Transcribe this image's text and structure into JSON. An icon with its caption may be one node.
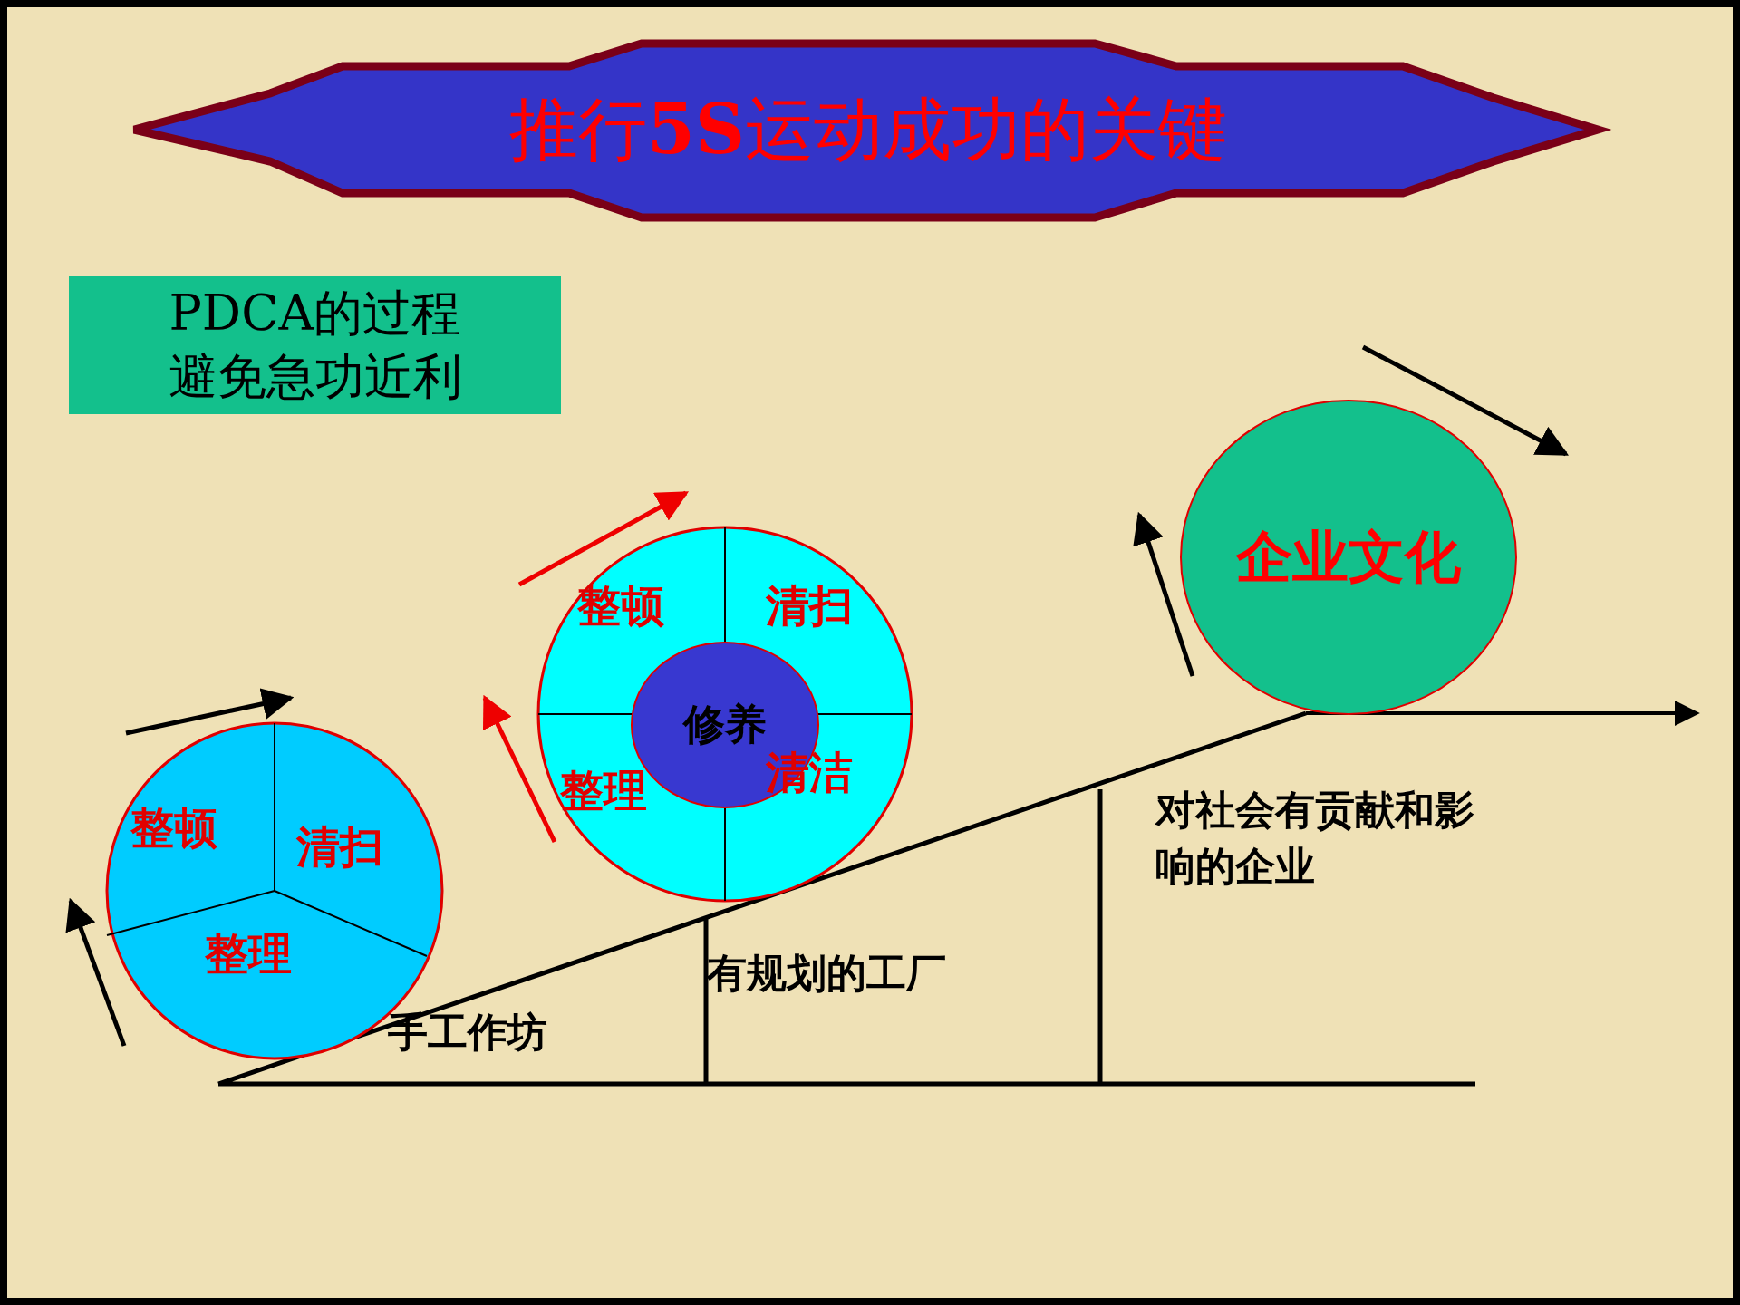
{
  "diagram": {
    "title": "推行**5S**运动成功的关键",
    "nodes": [
      {
        "text": [
          "PDCA的过程",
          "避免急功近利"
        ]
      },
      {
        "text": [],
        "shape": "circle"
      },
      {
        "text": [
          "整顿"
        ],
        "in": 1
      },
      {
        "text": [
          "清扫"
        ],
        "in": 1
      },
      {
        "text": [
          "整理"
        ],
        "in": 1
      },
      {
        "text": [],
        "shape": "circle"
      },
      {
        "text": [
          "整顿"
        ],
        "in": 5
      },
      {
        "text": [
          "清扫"
        ],
        "in": 5
      },
      {
        "text": [
          "整理"
        ],
        "in": 5
      },
      {
        "text": [
          "清洁"
        ],
        "in": 5
      },
      {
        "text": [
          "修养"
        ],
        "in": 5
      },
      {
        "text": [
          "企业文化"
        ]
      }
    ],
    "edges": [],
    "labels": [
      "手工作坊",
      "有规划的工厂",
      "对社会有贡献和影响的企业"
    ]
  }
}
